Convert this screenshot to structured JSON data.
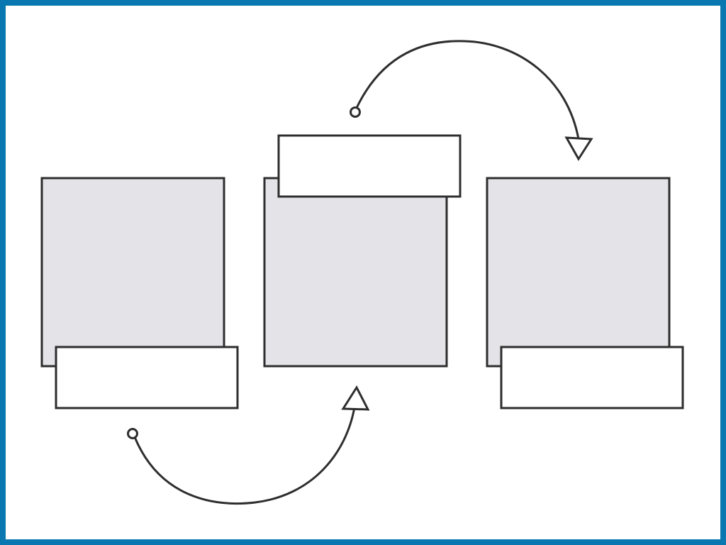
{
  "colors": {
    "frame_border": "#0a78b0",
    "background": "#ffffff",
    "stroke": "#2e2e2e",
    "panel_fill": "#e3e3e8",
    "label_fill": "#ffffff",
    "arrowhead_fill": "#ffffff",
    "start_dot_fill": "#ffffff"
  },
  "steps": [
    {
      "label": ""
    },
    {
      "label": ""
    },
    {
      "label": ""
    }
  ],
  "connectors": [
    {
      "from_step": 1,
      "to_step": 2,
      "label": ""
    },
    {
      "from_step": 2,
      "to_step": 3,
      "label": ""
    }
  ]
}
